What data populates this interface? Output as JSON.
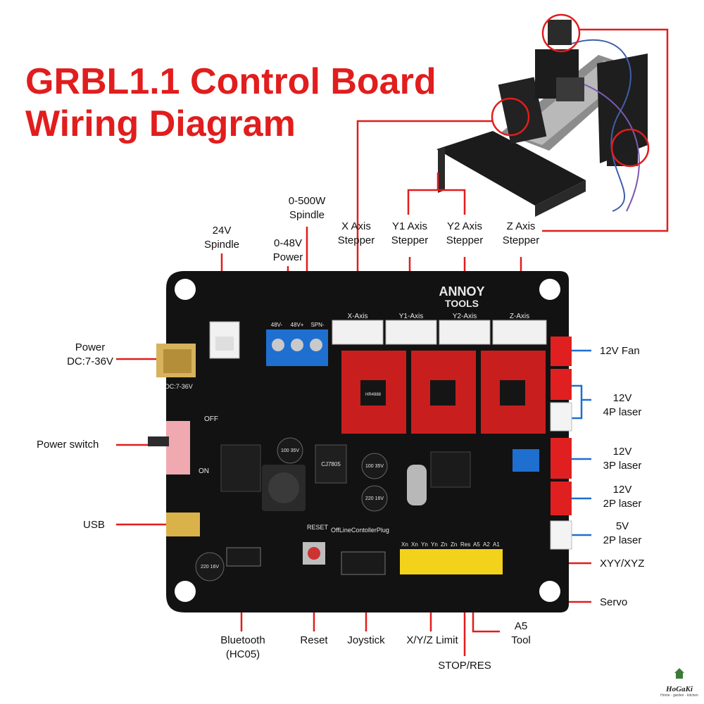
{
  "title": {
    "line1": "GRBL1.1 Control Board",
    "line2": "Wiring Diagram"
  },
  "top_labels": {
    "spindle_24v": [
      "24V",
      "Spindle"
    ],
    "power_0_48v": [
      "0-48V",
      "Power"
    ],
    "spindle_0_500w": [
      "0-500W",
      "Spindle"
    ],
    "x_axis": [
      "X Axis",
      "Stepper"
    ],
    "y1_axis": [
      "Y1  Axis",
      "Stepper"
    ],
    "y2_axis": [
      "Y2 Axis",
      "Stepper"
    ],
    "z_axis": [
      "Z Axis",
      "Stepper"
    ]
  },
  "left_labels": {
    "power": [
      "Power",
      "DC:7-36V"
    ],
    "power_switch": "Power switch",
    "usb": "USB"
  },
  "right_labels": {
    "fan_12v": "12V Fan",
    "laser_4p": [
      "12V",
      "4P laser"
    ],
    "laser_3p": [
      "12V",
      "3P laser"
    ],
    "laser_2p_12v": [
      "12V",
      "2P laser"
    ],
    "laser_2p_5v": [
      "5V",
      "2P laser"
    ],
    "xyy_xyz": "XYY/XYZ",
    "servo": "Servo"
  },
  "bottom_labels": {
    "bluetooth": [
      "Bluetooth",
      "(HC05)"
    ],
    "reset": "Reset",
    "joystick": "Joystick",
    "limit": "X/Y/Z Limit",
    "a5_tool": [
      "A5",
      "Tool"
    ],
    "stop_res": "STOP/RES"
  },
  "board_silkscreen": {
    "brand": [
      "ANNOY",
      "TOOLS"
    ],
    "axis_headers": [
      "X-Axis",
      "Y1-Axis",
      "Y2-Axis",
      "Z-Axis"
    ],
    "terminal_labels": [
      "48V-",
      "48V+",
      "SPN-"
    ],
    "dc": "DC:7-36V",
    "off": "OFF",
    "on": "ON",
    "offline": "OffLineContollerPlug",
    "reset": "RESET",
    "pins": [
      "Xn",
      "Xn",
      "Yn",
      "Yn",
      "Zn",
      "Zn",
      "Res",
      "A5",
      "A2",
      "A1"
    ],
    "regulator": "CJ7805",
    "chip_marks": [
      "HR4988"
    ],
    "cap_marks": [
      "100 35V",
      "100 35V",
      "220 16V",
      "220 16V"
    ]
  },
  "watermark": {
    "brand": "HoGaKi",
    "tagline": "Home · garden · kitchen"
  },
  "colors": {
    "title": "#e11d1d",
    "leader": "#e11d1d",
    "board": "#121212",
    "driver": "#c81e1e",
    "connector_red": "#e02020",
    "terminal_blue": "#1e6fd0",
    "header_yellow": "#f2d21b"
  }
}
